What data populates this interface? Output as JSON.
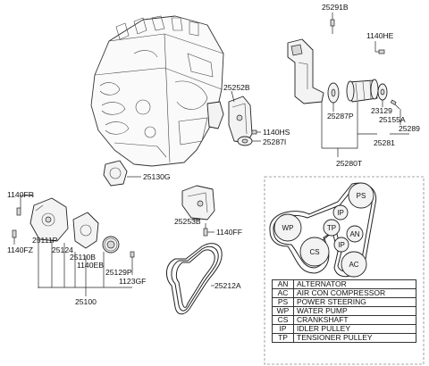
{
  "diagram": {
    "callouts": [
      {
        "id": "c25291B",
        "text": "25291B"
      },
      {
        "id": "c1140HE",
        "text": "1140HE"
      },
      {
        "id": "c25252B",
        "text": "25252B"
      },
      {
        "id": "c1140HS",
        "text": "1140HS"
      },
      {
        "id": "c25287I",
        "text": "25287I"
      },
      {
        "id": "c25287P",
        "text": "25287P"
      },
      {
        "id": "c23129",
        "text": "23129"
      },
      {
        "id": "c25155A",
        "text": "25155A"
      },
      {
        "id": "c25289",
        "text": "25289"
      },
      {
        "id": "c25281",
        "text": "25281"
      },
      {
        "id": "c25280T",
        "text": "25280T"
      },
      {
        "id": "c25130G",
        "text": "25130G"
      },
      {
        "id": "c1140FR",
        "text": "1140FR"
      },
      {
        "id": "c1140FZ",
        "text": "1140FZ"
      },
      {
        "id": "c25111P",
        "text": "25111P"
      },
      {
        "id": "c25124",
        "text": "25124"
      },
      {
        "id": "c25110B",
        "text": "25110B"
      },
      {
        "id": "c1140EB",
        "text": "1140EB"
      },
      {
        "id": "c25129P",
        "text": "25129P"
      },
      {
        "id": "c1123GF",
        "text": "1123GF"
      },
      {
        "id": "c25253B",
        "text": "25253B"
      },
      {
        "id": "c1140FF",
        "text": "1140FF"
      },
      {
        "id": "c25212A",
        "text": "25212A"
      },
      {
        "id": "c25100",
        "text": "25100"
      }
    ],
    "pulleys": [
      {
        "id": "PS",
        "label": "PS"
      },
      {
        "id": "IP1",
        "label": "IP"
      },
      {
        "id": "WP",
        "label": "WP"
      },
      {
        "id": "TP",
        "label": "TP"
      },
      {
        "id": "AN",
        "label": "AN"
      },
      {
        "id": "IP2",
        "label": "IP"
      },
      {
        "id": "CS",
        "label": "CS"
      },
      {
        "id": "AC",
        "label": "AC"
      }
    ]
  },
  "legend": [
    {
      "abbr": "AN",
      "full": "ALTERNATOR"
    },
    {
      "abbr": "AC",
      "full": "AIR CON COMPRESSOR"
    },
    {
      "abbr": "PS",
      "full": "POWER STEERING"
    },
    {
      "abbr": "WP",
      "full": "WATER PUMP"
    },
    {
      "abbr": "CS",
      "full": "CRANKSHAFT"
    },
    {
      "abbr": "IP",
      "full": "IDLER PULLEY"
    },
    {
      "abbr": "TP",
      "full": "TENSIONER PULLEY"
    }
  ]
}
